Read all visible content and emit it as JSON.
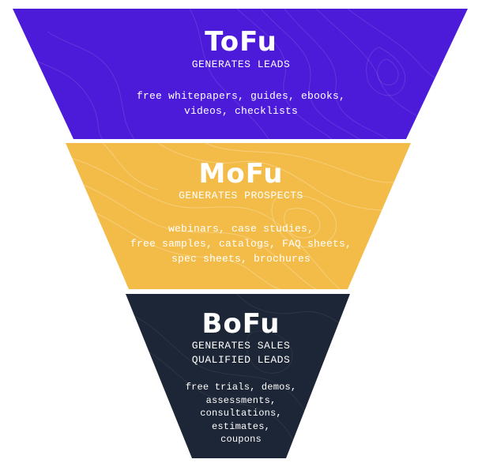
{
  "colors": {
    "tofu": "#4c1ad9",
    "mofu": "#f3bc48",
    "bofu": "#1d2636",
    "text": "#ffffff",
    "background": "#ffffff"
  },
  "stages": [
    {
      "title": "ToFu",
      "subtitle_lines": [
        "GENERATES LEADS"
      ],
      "desc_lines": [
        "free whitepapers, guides, ebooks,",
        "videos, checklists"
      ]
    },
    {
      "title": "MoFu",
      "subtitle_lines": [
        "GENERATES PROSPECTS"
      ],
      "desc_lines": [
        "webinars, case studies,",
        "free samples, catalogs, FAQ sheets,",
        "spec sheets, brochures"
      ]
    },
    {
      "title": "BoFu",
      "subtitle_lines": [
        "GENERATES SALES",
        "QUALIFIED LEADS"
      ],
      "desc_lines": [
        "free trials, demos,",
        "assessments,",
        "consultations,",
        "estimates,",
        "coupons"
      ]
    }
  ]
}
